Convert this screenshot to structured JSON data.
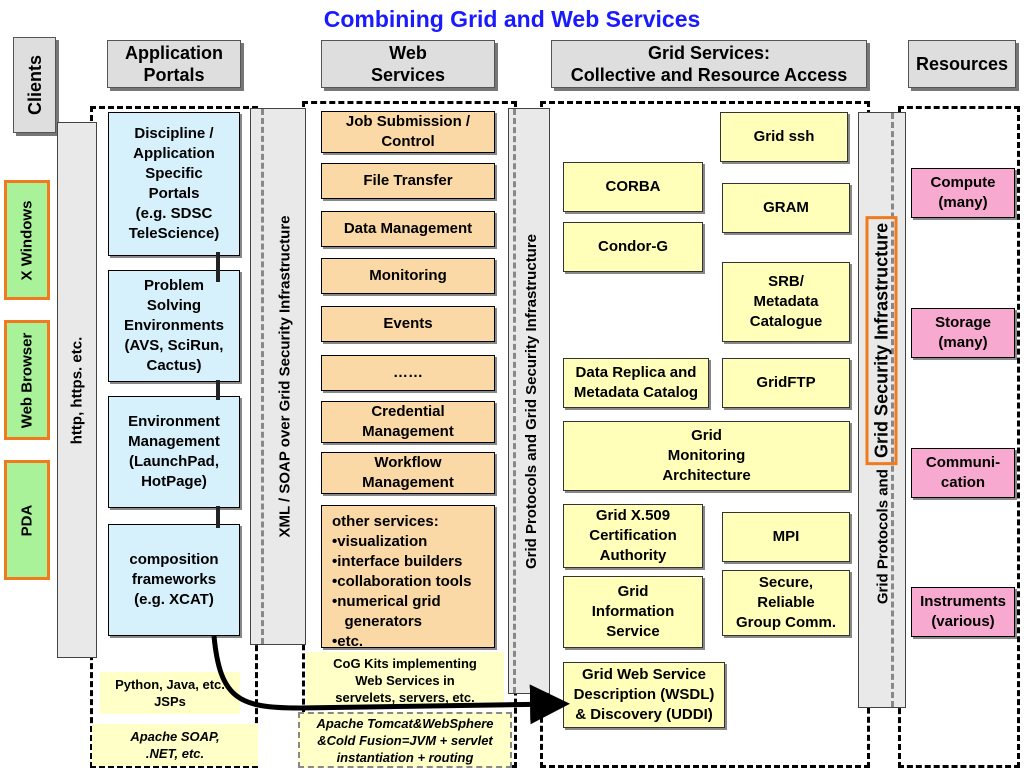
{
  "title": "Combining Grid and Web Services",
  "headers": {
    "clients": "Clients",
    "application_portals": "Application\nPortals",
    "web_services": "Web\nServices",
    "grid_services": "Grid Services:\nCollective and Resource Access",
    "resources": "Resources"
  },
  "clients": [
    "X Windows",
    "Web Browser",
    "PDA"
  ],
  "protocol_bars": {
    "http": "http, https. etc.",
    "xml_soap": "XML / SOAP over Grid Security Infrastructure",
    "grid_protocols": "Grid Protocols and Grid Security Infrastructure",
    "right_prefix": "Grid Protocols and ",
    "right_highlight": "Grid Security Infrastructure"
  },
  "portals": [
    "Discipline /\nApplication\nSpecific\nPortals\n(e.g. SDSC\nTeleScience)",
    "Problem\nSolving\nEnvironments\n(AVS, SciRun,\nCactus)",
    "Environment\nManagement\n(LaunchPad,\nHotPage)",
    "composition\nframeworks\n(e.g. XCAT)"
  ],
  "portal_notes": {
    "languages": "Python, Java, etc.\nJSPs",
    "soap": "Apache SOAP,\n.NET, etc."
  },
  "web_services": [
    "Job Submission /\nControl",
    "File Transfer",
    "Data Management",
    "Monitoring",
    "Events",
    "……",
    "Credential\nManagement",
    "Workflow\nManagement"
  ],
  "other_services": {
    "heading": "other services:",
    "items": [
      "•visualization",
      "•interface builders",
      "•collaboration tools",
      "•numerical grid\n   generators",
      "•etc."
    ]
  },
  "web_notes": {
    "cog": "CoG Kits implementing\nWeb Services in\nservelets, servers, etc.",
    "tomcat": "Apache Tomcat&WebSphere\n&Cold Fusion=JVM + servlet\ninstantiation + routing"
  },
  "grid_services": {
    "grid_ssh": "Grid ssh",
    "corba": "CORBA",
    "gram": "GRAM",
    "condor": "Condor-G",
    "srb": "SRB/\nMetadata\nCatalogue",
    "replica": "Data Replica and\nMetadata Catalog",
    "gridftp": "GridFTP",
    "monitoring": "Grid\nMonitoring\nArchitecture",
    "x509": "Grid X.509\nCertification\nAuthority",
    "mpi": "MPI",
    "gis": "Grid\nInformation\nService",
    "secure": "Secure,\nReliable\nGroup Comm.",
    "wsdl": "Grid Web Service\nDescription (WSDL)\n& Discovery (UDDI)"
  },
  "resources": [
    "Compute\n(many)",
    "Storage\n(many)",
    "Communi-\ncation",
    "Instruments\n(various)"
  ],
  "colors": {
    "title": "#1a1aff",
    "portal_box": "#d6f1fb",
    "web_service_box": "#fbd9a6",
    "grid_box": "#ffffba",
    "resource_box": "#f7a9cf",
    "client_box": "#a9f29a",
    "client_border": "#f07a1e"
  }
}
